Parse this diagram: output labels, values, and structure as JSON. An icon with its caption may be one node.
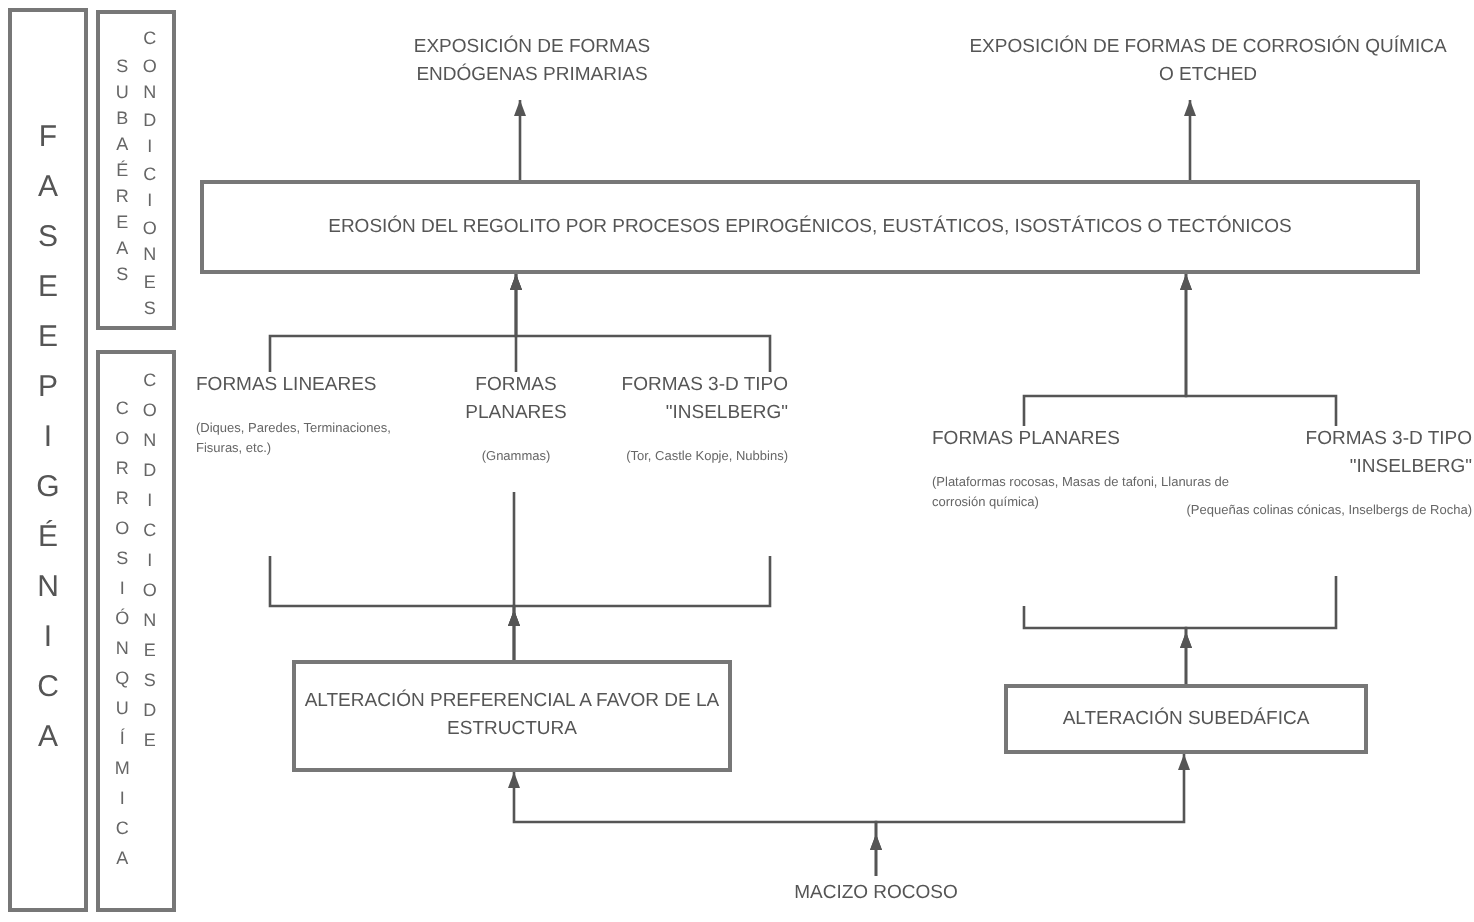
{
  "diagram": {
    "nodes": [
      {
        "text": [
          "FASE EPIGÉNICA"
        ]
      },
      {
        "text": [
          "SUBAÉREAS",
          "CONDICIONES"
        ]
      },
      {
        "text": [
          "CORROSIÓN QUÍMICA",
          "CONDICIONES DE"
        ]
      },
      {
        "text": [
          "EXPOSICIÓN DE FORMAS ENDÓGENAS PRIMARIAS"
        ]
      },
      {
        "text": [
          "EXPOSICIÓN DE FORMAS DE CORROSIÓN QUÍMICA O ETCHED"
        ]
      },
      {
        "text": [
          "EROSIÓN DEL REGOLITO POR PROCESOS EPIROGÉNICOS, EUSTÁTICOS, ISOSTÁTICOS O TECTÓNICOS"
        ]
      },
      {
        "text": [
          "FORMAS LINEARES",
          "(Diques, Paredes, Terminaciones, Fisuras, etc.)"
        ]
      },
      {
        "text": [
          "FORMAS PLANARES",
          "(Gnammas)"
        ]
      },
      {
        "text": [
          "FORMAS 3-D TIPO \"INSELBERG\"",
          "(Tor, Castle Kopje, Nubbins)"
        ]
      },
      {
        "text": [
          "FORMAS PLANARES",
          "(Plataformas rocosas, Masas de tafoni, Llanuras de corrosión química)"
        ]
      },
      {
        "text": [
          "FORMAS 3-D TIPO \"INSELBERG\"",
          "(Pequeñas colinas cónicas, Inselbergs de Rocha)"
        ]
      },
      {
        "text": [
          "ALTERACIÓN PREFERENCIAL A FAVOR DE LA ESTRUCTURA"
        ]
      },
      {
        "text": [
          "ALTERACIÓN SUBEDÁFICA"
        ]
      },
      {
        "text": [
          "MACIZO ROCOSO"
        ]
      }
    ],
    "edges": [
      {
        "from": 5,
        "to": 3,
        "arrow": "to"
      },
      {
        "from": 5,
        "to": 4,
        "arrow": "to"
      },
      {
        "from": 6,
        "to": 5,
        "arrow": "to"
      },
      {
        "from": 7,
        "to": 5,
        "arrow": "to"
      },
      {
        "from": 8,
        "to": 5,
        "arrow": "to"
      },
      {
        "from": 9,
        "to": 5,
        "arrow": "to"
      },
      {
        "from": 10,
        "to": 5,
        "arrow": "to"
      },
      {
        "from": 11,
        "to": 6,
        "arrow": "to"
      },
      {
        "from": 11,
        "to": 7,
        "arrow": "to"
      },
      {
        "from": 11,
        "to": 8,
        "arrow": "to"
      },
      {
        "from": 12,
        "to": 9,
        "arrow": "to"
      },
      {
        "from": 12,
        "to": 10,
        "arrow": "to"
      },
      {
        "from": 13,
        "to": 11,
        "arrow": "to"
      },
      {
        "from": 13,
        "to": 12,
        "arrow": "to"
      }
    ]
  }
}
